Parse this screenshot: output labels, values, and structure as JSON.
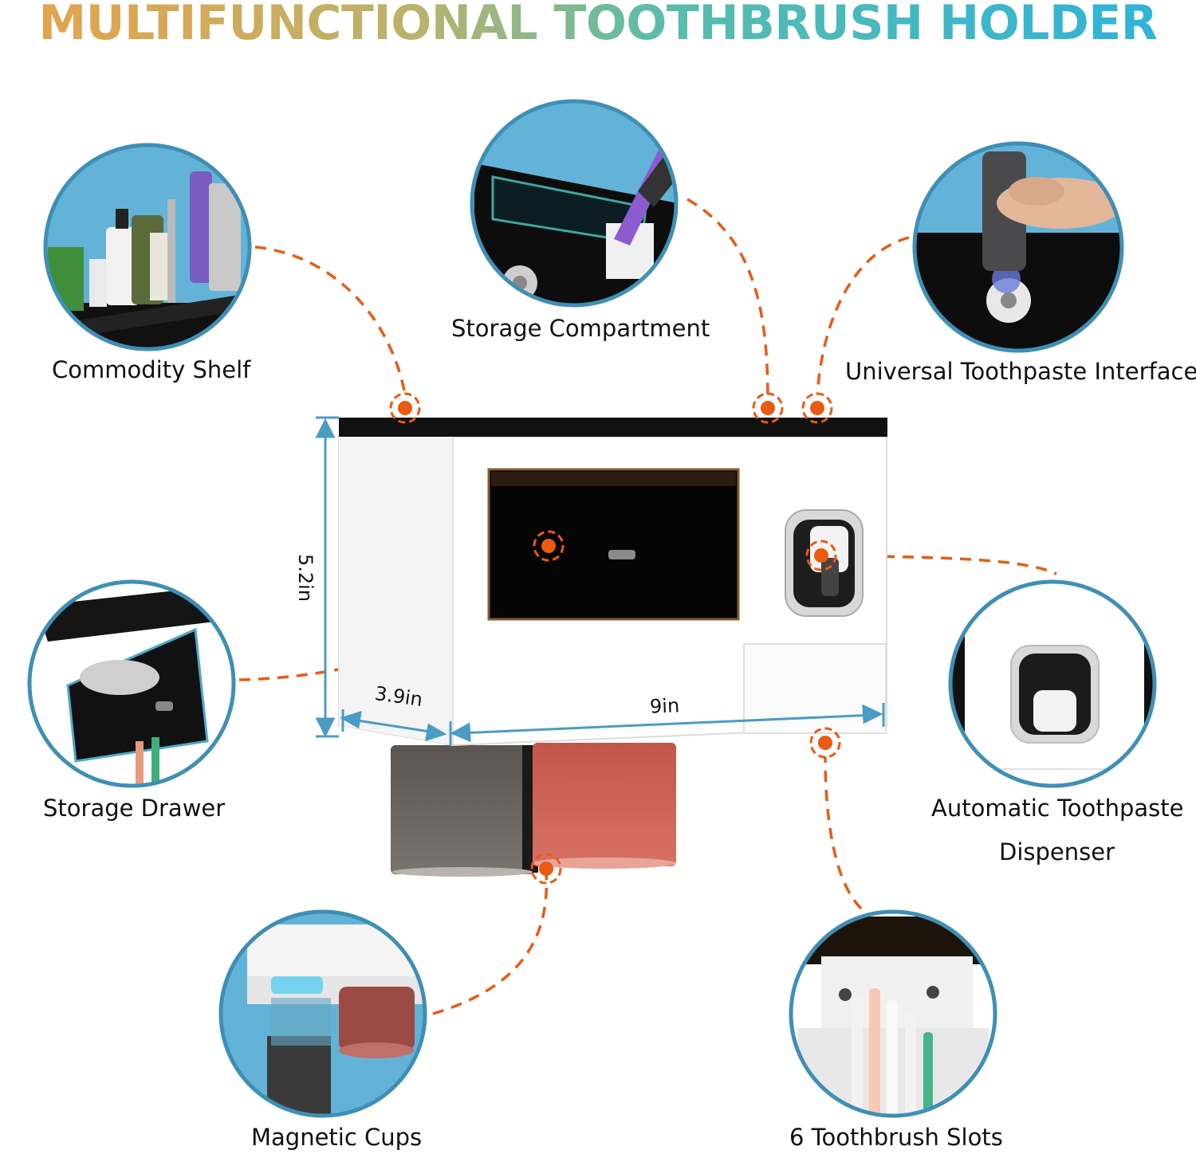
{
  "title": "MULTIFUNCTIONAL TOOTHBRUSH HOLDER",
  "features": {
    "commodity_shelf": "Commodity Shelf",
    "storage_compartment": "Storage Compartment",
    "universal_interface": "Universal Toothpaste Interface",
    "storage_drawer": "Storage Drawer",
    "auto_dispenser_line1": "Automatic Toothpaste",
    "auto_dispenser_line2": "Dispenser",
    "magnetic_cups": "Magnetic Cups",
    "toothbrush_slots": "6 Toothbrush Slots"
  },
  "dimensions": {
    "height": "5.2in",
    "depth": "3.9in",
    "width": "9in"
  },
  "colors": {
    "accent_orange": "#ea5a12",
    "ring_blue": "#3f8fb5",
    "circle_bg": "#63b3d8",
    "dimension_blue": "#4a9cc4"
  }
}
